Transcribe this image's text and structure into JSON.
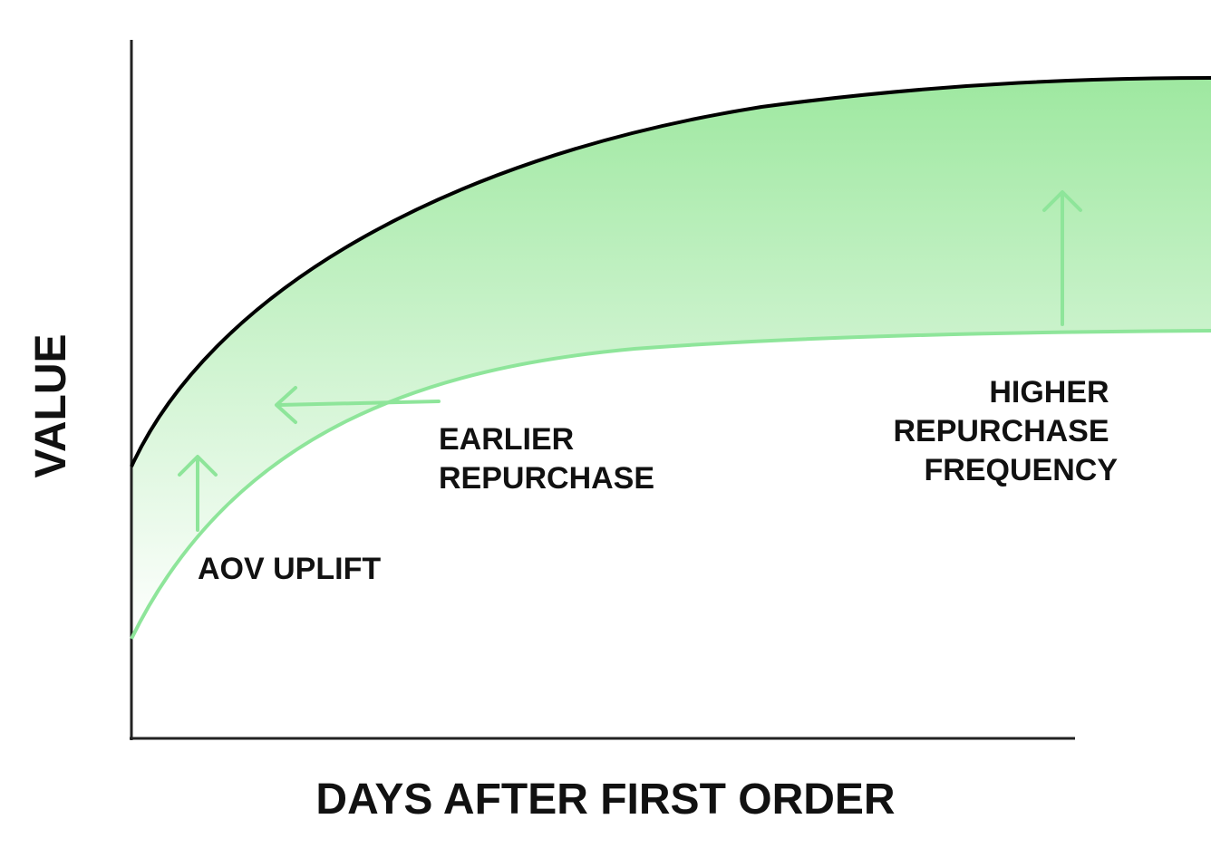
{
  "axes": {
    "x_title": "DAYS AFTER FIRST ORDER",
    "y_title": "VALUE"
  },
  "annotations": {
    "aov_uplift": "AOV UPLIFT",
    "earlier_repurchase": [
      "EARLIER",
      "REPURCHASE"
    ],
    "higher_frequency": [
      "HIGHER",
      "REPURCHASE",
      "FREQUENCY"
    ]
  },
  "colors": {
    "axis": "#222222",
    "improved_curve": "#000000",
    "baseline_curve": "#8ee59a",
    "arrow": "#8ee59a",
    "fill_top": "#9ee8a0",
    "fill_bottom": "#ffffff"
  },
  "icons": {
    "aov_uplift_arrow": "arrow-up-icon",
    "earlier_repurchase_arrow": "arrow-left-icon",
    "frequency_arrow": "arrow-up-icon"
  }
}
